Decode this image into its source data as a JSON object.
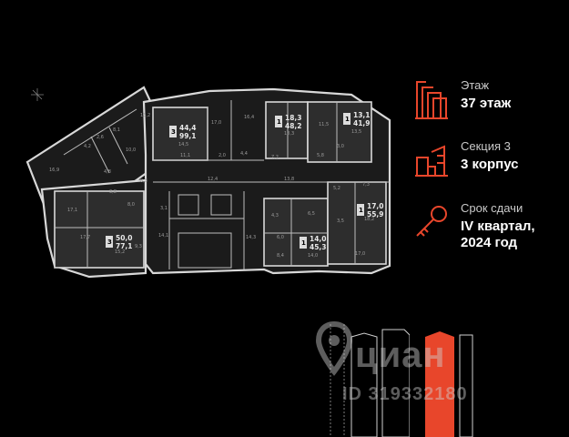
{
  "floor": {
    "label": "Этаж",
    "value": "37 этаж",
    "icon": "building-floor-icon"
  },
  "section": {
    "label": "Секция 3",
    "value": "3 корпус",
    "icon": "building-section-icon"
  },
  "delivery": {
    "label": "Срок сдачи",
    "value_line1": "IV квартал,",
    "value_line2": "2024 год",
    "icon": "key-icon"
  },
  "apartments": [
    {
      "rooms": "3",
      "area_line1": "44,4",
      "area_line2": "99,1"
    },
    {
      "rooms": "1",
      "area_line1": "18,3",
      "area_line2": "48,2"
    },
    {
      "rooms": "1",
      "area_line1": "13,1",
      "area_line2": "41,9"
    },
    {
      "rooms": "3",
      "area_line1": "50,0",
      "area_line2": "77,1"
    },
    {
      "rooms": "1",
      "area_line1": "14,0",
      "area_line2": "45,3"
    },
    {
      "rooms": "1",
      "area_line1": "17,0",
      "area_line2": "55,9"
    }
  ],
  "room_labels": [
    "13,2",
    "4,2",
    "2,6",
    "8,1",
    "10,0",
    "16,9",
    "4,8",
    "17,0",
    "16,4",
    "14,5",
    "11,1",
    "2,0",
    "4,4",
    "7,2",
    "18,3",
    "11,5",
    "13,5",
    "3,0",
    "5,8",
    "12,4",
    "13,8",
    "17,1",
    "17,7",
    "8,3",
    "3,1",
    "8,0",
    "3,8",
    "14,1",
    "14,3",
    "6,5",
    "6,0",
    "8,4",
    "14,0",
    "4,3",
    "5,2",
    "7,3",
    "3,5",
    "18,2",
    "17,0",
    "15,2",
    "9,3"
  ],
  "watermark": {
    "brand": "циан",
    "id": "ID 319332180"
  },
  "colors": {
    "accent": "#e8462b",
    "background": "#000000",
    "plan_fill": "#1d1d1d",
    "apartment_fill": "#2c2c2c"
  }
}
